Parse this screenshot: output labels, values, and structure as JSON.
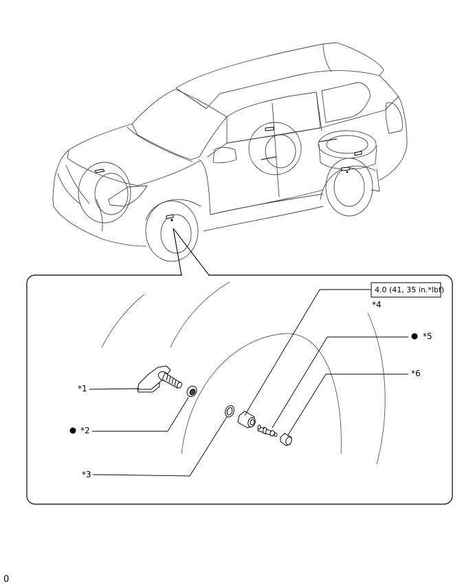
{
  "labels": {
    "c1": "*1",
    "c2": "*2",
    "c3": "*3",
    "c4": "*4",
    "c5": "*5",
    "c6": "*6"
  },
  "torque_spec": "4.0 (41, 35 in.*lbf)",
  "corner_mark": "0",
  "colors": {
    "line": "#000000",
    "thin_line": "#555555",
    "background": "#ffffff"
  }
}
